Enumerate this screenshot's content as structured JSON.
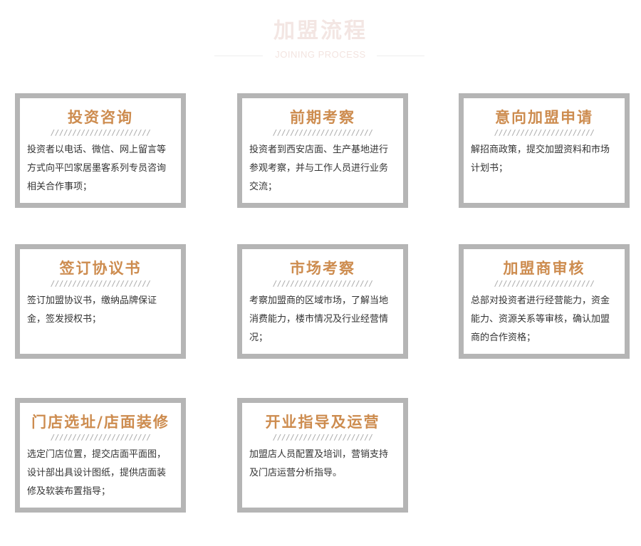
{
  "header": {
    "title": "加盟流程",
    "subtitle": "JOINING PROCESS"
  },
  "divider": "///////////////////////",
  "colors": {
    "card_border": "#b5b5b5",
    "card_title": "#cd8c4f",
    "header_title": "#f3e6e3"
  },
  "steps": [
    {
      "title": "投资咨询",
      "desc": "投资者以电话、微信、网上留言等方式向平凹家居墨客系列专员咨询相关合作事项；"
    },
    {
      "title": "前期考察",
      "desc": "投资者到西安店面、生产基地进行参观考察，并与工作人员进行业务交流；"
    },
    {
      "title": "意向加盟申请",
      "desc": "解招商政策，提交加盟资料和市场计划书；"
    },
    {
      "title": "签订协议书",
      "desc": "签订加盟协议书，缴纳品牌保证金，签发授权书；"
    },
    {
      "title": "市场考察",
      "desc": "考察加盟商的区域市场，了解当地消费能力，楼市情况及行业经营情况；"
    },
    {
      "title": "加盟商审核",
      "desc": "总部对投资者进行经营能力，资金能力、资源关系等审核，确认加盟商的合作资格；"
    },
    {
      "title": "门店选址/店面装修",
      "desc": "选定门店位置，提交店面平面图，设计部出具设计图纸，提供店面装修及软装布置指导；"
    },
    {
      "title": "开业指导及运营",
      "desc": "加盟店人员配置及培训，营销支持及门店运营分析指导。"
    }
  ]
}
